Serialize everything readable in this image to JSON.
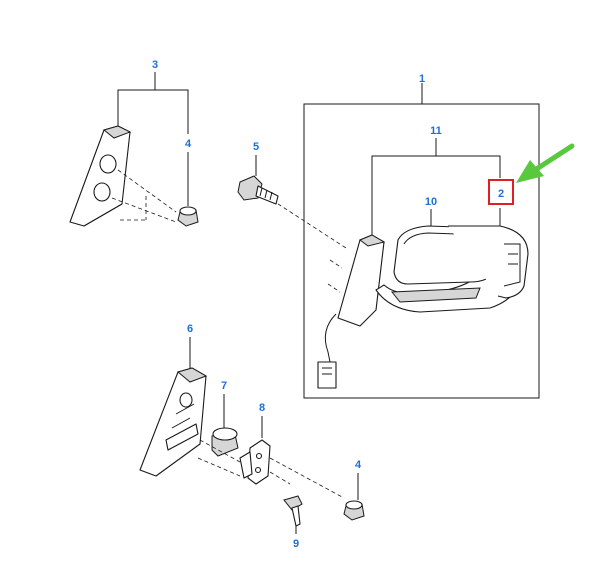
{
  "diagram": {
    "callouts": {
      "n1": "1",
      "n2": "2",
      "n3": "3",
      "n4a": "4",
      "n4b": "4",
      "n5": "5",
      "n6": "6",
      "n7": "7",
      "n8": "8",
      "n9": "9",
      "n10": "10",
      "n11": "11"
    },
    "colors": {
      "callout_text": "#1e6fd9",
      "highlight_box": "#e02020",
      "arrow": "#5ac83c",
      "linework": "#1a1a1a"
    }
  }
}
